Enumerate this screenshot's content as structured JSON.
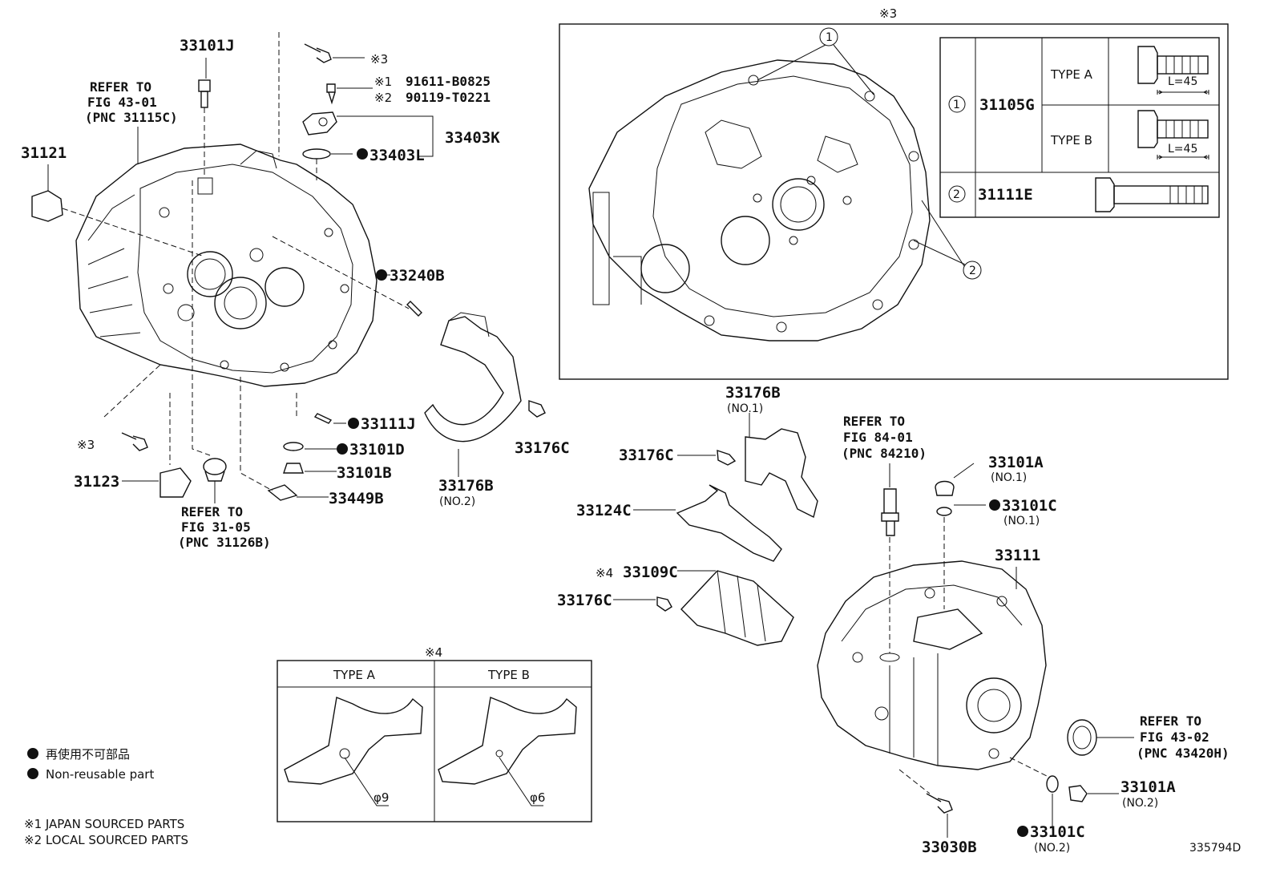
{
  "labels": {
    "p33101J_top": "33101J",
    "p31121": "31121",
    "p33403K": "33403K",
    "p33403L": "33403L",
    "p91611": "91611-B0825",
    "p90119": "90119-T0221",
    "mark1": "※1",
    "mark2": "※2",
    "mark3a": "※3",
    "mark3b": "※3",
    "mark3c": "※3",
    "mark4a": "※4",
    "mark4b": "※4",
    "p33240B": "33240B",
    "p33111J": "33111J",
    "p33101D": "33101D",
    "p33101B": "33101B",
    "p33449B": "33449B",
    "p31123": "31123",
    "p33176C_a": "33176C",
    "p33176B_b": "33176B",
    "p33176B_b_sub": "(NO.2)",
    "p33176B_a": "33176B",
    "p33176B_a_sub": "(NO.1)",
    "p33176C_b": "33176C",
    "p33124C": "33124C",
    "p33109C": "33109C",
    "p33176C_c": "33176C",
    "p33101A_a": "33101A",
    "p33101A_a_sub": "(NO.1)",
    "p33101C_a": "33101C",
    "p33101C_a_sub": "(NO.1)",
    "p33111": "33111",
    "p33101A_b": "33101A",
    "p33101A_b_sub": "(NO.2)",
    "p33101C_b": "33101C",
    "p33101C_b_sub": "(NO.2)",
    "p33030B": "33030B",
    "diagram_id": "335794D"
  },
  "refs": {
    "ref1": [
      "REFER TO",
      "FIG 43-01",
      "(PNC 31115C)"
    ],
    "ref2": [
      "REFER TO",
      "FIG 31-05",
      "(PNC 31126B)"
    ],
    "ref3": [
      "REFER TO",
      "FIG 84-01",
      "(PNC 84210)"
    ],
    "ref4": [
      "REFER TO",
      "FIG 43-02",
      "(PNC 43420H)"
    ]
  },
  "inset_table": {
    "rows": [
      {
        "circle": "1",
        "part": "31105G",
        "type": "TYPE A",
        "length": "L=45"
      },
      {
        "circle": "1",
        "part": "31105G",
        "type": "TYPE B",
        "length": "L=45"
      },
      {
        "circle": "2",
        "part": "31111E",
        "type": "",
        "length": ""
      }
    ],
    "callout_1": "1",
    "callout_2": "2"
  },
  "type_box": {
    "type_a": "TYPE A",
    "type_b": "TYPE B",
    "dia_a": "φ9",
    "dia_b": "φ6"
  },
  "legend": {
    "jp": "再使用不可部品",
    "en": "Non-reusable part",
    "note1": "※1 JAPAN SOURCED PARTS",
    "note2": "※2 LOCAL SOURCED PARTS"
  }
}
